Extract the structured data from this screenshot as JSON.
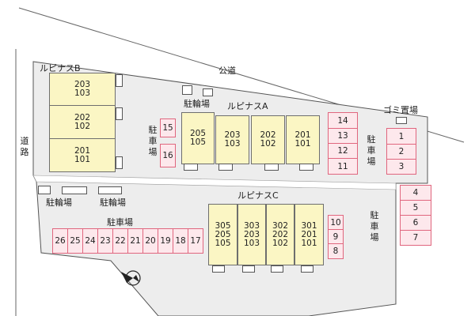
{
  "road_top": "公道",
  "road_left": "道路",
  "garbage_label": "ゴミ置場",
  "buildings": {
    "b": {
      "name": "ルピナスB",
      "units": [
        [
          "203",
          "103"
        ],
        [
          "202",
          "102"
        ],
        [
          "201",
          "101"
        ]
      ]
    },
    "a": {
      "name": "ルピナスA",
      "units": [
        [
          "205",
          "105"
        ],
        [
          "203",
          "103"
        ],
        [
          "202",
          "102"
        ],
        [
          "201",
          "101"
        ]
      ]
    },
    "c": {
      "name": "ルピナスC",
      "units": [
        [
          "305",
          "205",
          "105"
        ],
        [
          "303",
          "203",
          "103"
        ],
        [
          "302",
          "202",
          "102"
        ],
        [
          "301",
          "201",
          "101"
        ]
      ]
    }
  },
  "bike_parking": {
    "top": "駐輪場",
    "bottom_left": "駐輪場",
    "bottom_mid": "駐輪場"
  },
  "parking_labels": {
    "mid": "駐車場",
    "right_top": "駐車場",
    "right_mid": "駐車場",
    "bottom": "駐車場"
  },
  "spaces": {
    "p15_16": [
      "15",
      "16"
    ],
    "p11_14": [
      "14",
      "13",
      "12",
      "11"
    ],
    "p1_3": [
      "1",
      "2",
      "3"
    ],
    "p4_7": [
      "4",
      "5",
      "6",
      "7"
    ],
    "p8_10": [
      "10",
      "9",
      "8"
    ],
    "p17_26": [
      "26",
      "25",
      "24",
      "23",
      "22",
      "21",
      "20",
      "19",
      "18",
      "17"
    ]
  },
  "icons": [
    "compass-north-icon"
  ],
  "colors": {
    "unit_fill": "#fbf6c4",
    "space_fill": "#fde8ec",
    "space_border": "#e0667e",
    "ground": "#ededed"
  }
}
